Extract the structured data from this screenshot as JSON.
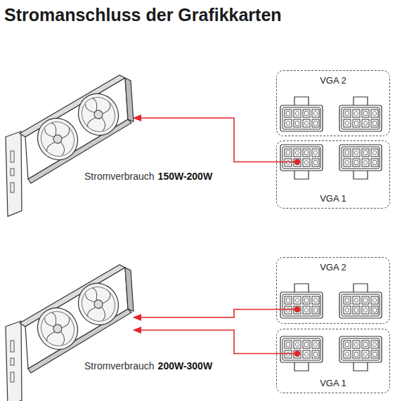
{
  "diagram": {
    "title": "Stromanschluss der Grafikkarten",
    "nodes": [
      {
        "text": [
          "Stromverbrauch",
          "150W-200W"
        ]
      },
      {
        "text": [
          "VGA 2"
        ]
      },
      {
        "text": [
          "VGA 1"
        ]
      },
      {
        "text": [
          "Stromverbrauch",
          "200W-300W"
        ]
      },
      {
        "text": [
          "VGA 2"
        ]
      },
      {
        "text": [
          "VGA 1"
        ]
      }
    ],
    "edges": [
      {
        "from": 2,
        "to": 0,
        "arrow": "to"
      },
      {
        "from": 4,
        "to": 3,
        "arrow": "to"
      },
      {
        "from": 5,
        "to": 3,
        "arrow": "to"
      }
    ]
  }
}
